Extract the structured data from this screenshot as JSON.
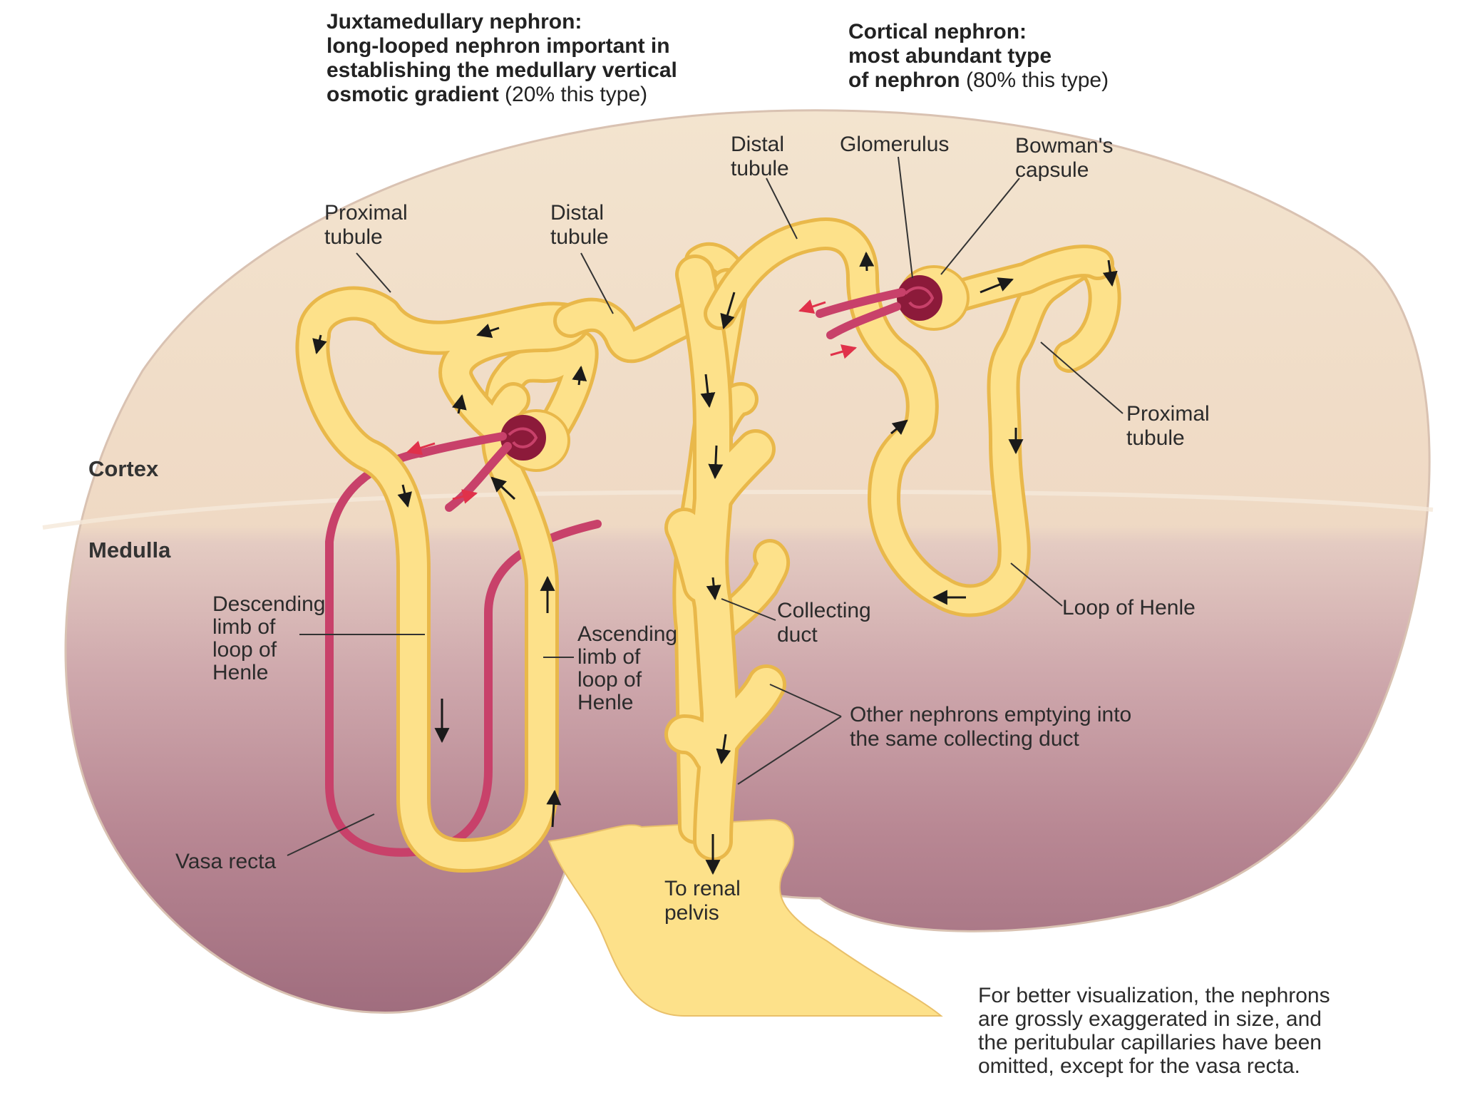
{
  "headings": {
    "juxtamedullary": {
      "line1": "Juxtamedullary nephron:",
      "line2": "long-looped nephron important in",
      "line3": "establishing the medullary vertical",
      "line4_bold": "osmotic gradient",
      "line4_normal": " (20% this type)"
    },
    "cortical": {
      "line1": "Cortical nephron:",
      "line2": "most abundant type",
      "line3_bold": "of nephron",
      "line3_normal": " (80% this type)"
    }
  },
  "regions": {
    "cortex": "Cortex",
    "medulla": "Medulla"
  },
  "labels": {
    "proximal_left": [
      "Proximal",
      "tubule"
    ],
    "distal_left": [
      "Distal",
      "tubule"
    ],
    "distal_right": [
      "Distal",
      "tubule"
    ],
    "glomerulus": "Glomerulus",
    "bowmans": [
      "Bowman's",
      "capsule"
    ],
    "proximal_right": [
      "Proximal",
      "tubule"
    ],
    "descending": [
      "Descending",
      "limb of",
      "loop of",
      "Henle"
    ],
    "ascending": [
      "Ascending",
      "limb of",
      "loop of",
      "Henle"
    ],
    "collecting": [
      "Collecting",
      "duct"
    ],
    "loop_henle": "Loop of Henle",
    "other_nephrons": [
      "Other nephrons emptying into",
      "the same collecting duct"
    ],
    "vasa_recta": "Vasa recta",
    "renal_pelvis": [
      "To renal",
      "pelvis"
    ]
  },
  "footnote": [
    "For better visualization, the nephrons",
    "are grossly exaggerated in size, and",
    "the peritubular capillaries have been",
    "omitted, except for the vasa recta."
  ],
  "colors": {
    "cortex": "#f2e1cb",
    "medulla": "#a87686",
    "tubule_fill": "#fde18a",
    "tubule_edge": "#e9b84a",
    "vessel": "#c8416a",
    "glomerulus": "#8c1a3a",
    "arrow_red": "#e0314a"
  }
}
